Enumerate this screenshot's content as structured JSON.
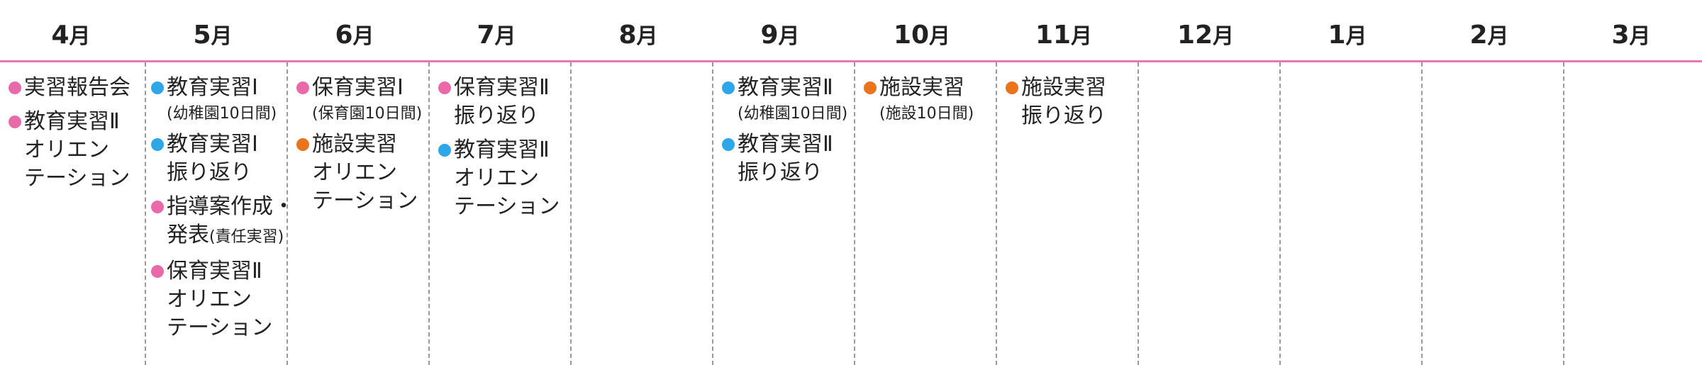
{
  "colors": {
    "pink": "#e96aa9",
    "blue": "#2ea6e8",
    "orange": "#e8741e",
    "rule": "#e47ab4"
  },
  "months": [
    {
      "num": "4",
      "unit": "月"
    },
    {
      "num": "5",
      "unit": "月"
    },
    {
      "num": "6",
      "unit": "月"
    },
    {
      "num": "7",
      "unit": "月"
    },
    {
      "num": "8",
      "unit": "月"
    },
    {
      "num": "9",
      "unit": "月"
    },
    {
      "num": "10",
      "unit": "月"
    },
    {
      "num": "11",
      "unit": "月"
    },
    {
      "num": "12",
      "unit": "月"
    },
    {
      "num": "1",
      "unit": "月"
    },
    {
      "num": "2",
      "unit": "月"
    },
    {
      "num": "3",
      "unit": "月"
    }
  ],
  "apr": [
    {
      "color": "pink",
      "lines": [
        "実習報告会"
      ]
    },
    {
      "color": "pink",
      "lines": [
        "教育実習Ⅱ",
        "オリエン",
        "テーション"
      ]
    }
  ],
  "may": [
    {
      "color": "blue",
      "lines": [
        "教育実習Ⅰ"
      ],
      "note": "(幼稚園10日間)"
    },
    {
      "color": "blue",
      "lines": [
        "教育実習Ⅰ",
        "振り返り"
      ]
    },
    {
      "color": "pink",
      "lines": [
        "指導案作成・",
        "発表"
      ],
      "inline_note": "(責任実習)"
    },
    {
      "color": "pink",
      "lines": [
        "保育実習Ⅱ",
        "オリエン",
        "テーション"
      ]
    }
  ],
  "jun": [
    {
      "color": "pink",
      "lines": [
        "保育実習Ⅰ"
      ],
      "note": "(保育園10日間)"
    },
    {
      "color": "orange",
      "lines": [
        "施設実習",
        "オリエン",
        "テーション"
      ]
    }
  ],
  "jul": [
    {
      "color": "pink",
      "lines": [
        "保育実習Ⅱ",
        "振り返り"
      ]
    },
    {
      "color": "blue",
      "lines": [
        "教育実習Ⅱ",
        "オリエン",
        "テーション"
      ]
    }
  ],
  "sep": [
    {
      "color": "blue",
      "lines": [
        "教育実習Ⅱ"
      ],
      "note": "(幼稚園10日間)"
    },
    {
      "color": "blue",
      "lines": [
        "教育実習Ⅱ",
        "振り返り"
      ]
    }
  ],
  "oct": [
    {
      "color": "orange",
      "lines": [
        "施設実習"
      ],
      "note": "(施設10日間)"
    }
  ],
  "nov": [
    {
      "color": "orange",
      "lines": [
        "施設実習",
        "振り返り"
      ]
    }
  ]
}
